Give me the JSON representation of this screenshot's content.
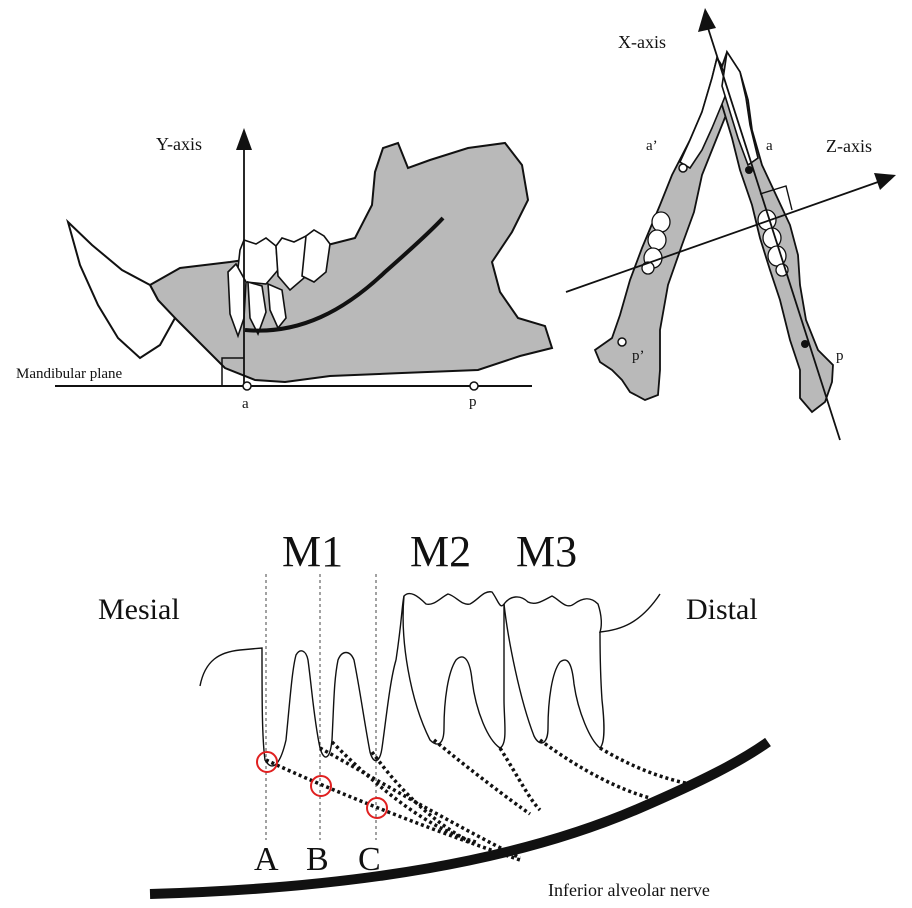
{
  "lateral_view": {
    "y_axis_label": "Y-axis",
    "mandibular_plane_label": "Mandibular plane",
    "point_a_label": "a",
    "point_p_label": "p"
  },
  "occlusal_view": {
    "x_axis_label": "X-axis",
    "z_axis_label": "Z-axis",
    "point_a_label": "a",
    "point_a_prime_label": "a’",
    "point_p_label": "p",
    "point_p_prime_label": "p’"
  },
  "tooth_diagram": {
    "m1_label": "M1",
    "m2_label": "M2",
    "m3_label": "M3",
    "mesial_label": "Mesial",
    "distal_label": "Distal",
    "point_a_label": "A",
    "point_b_label": "B",
    "point_c_label": "C",
    "nerve_label": "Inferior alveolar nerve"
  },
  "colors": {
    "bone_fill": "#b9b9b9",
    "outline": "#111111",
    "highlight_circle": "#e02020"
  }
}
